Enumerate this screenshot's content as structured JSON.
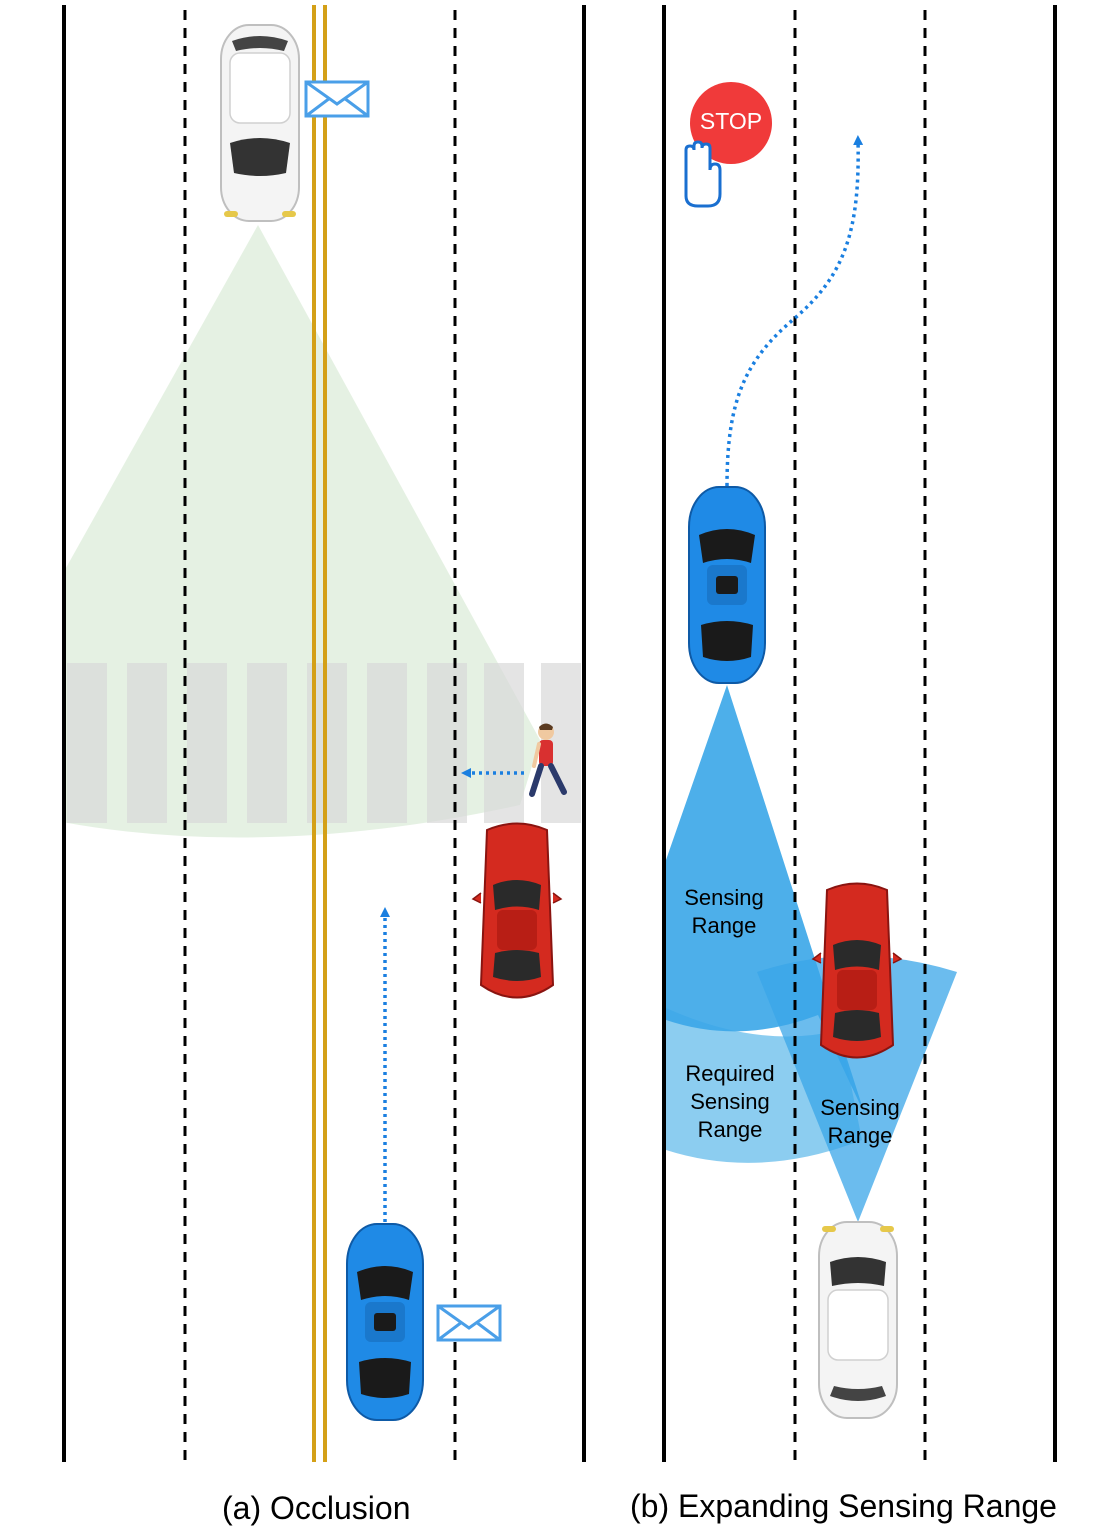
{
  "panels": {
    "a": {
      "caption": "(a) Occlusion"
    },
    "b": {
      "caption": "(b) Expanding Sensing Range",
      "stop_sign": "STOP",
      "labels": {
        "sensing_range_1": "Sensing\nRange",
        "required_sensing_range": "Required\nSensing\nRange",
        "sensing_range_2": "Sensing\nRange"
      }
    }
  },
  "colors": {
    "lane_line": "#000000",
    "center_line": "#d4a017",
    "sensing_green": "#cfe6cc",
    "sensing_blue": "#3aa6e8",
    "required_blue": "#7fc8ee",
    "arrow": "#1a7fe0",
    "crosswalk": "#d9d9d9",
    "car_blue": "#1f8ae6",
    "car_red": "#d42a1f",
    "car_white": "#f2f2f2",
    "stop_red": "#f03a3a",
    "message_blue": "#4a9fe8"
  },
  "icons": [
    "envelope-icon",
    "stop-sign-icon",
    "hand-stop-icon",
    "pedestrian-icon",
    "car-icon"
  ]
}
